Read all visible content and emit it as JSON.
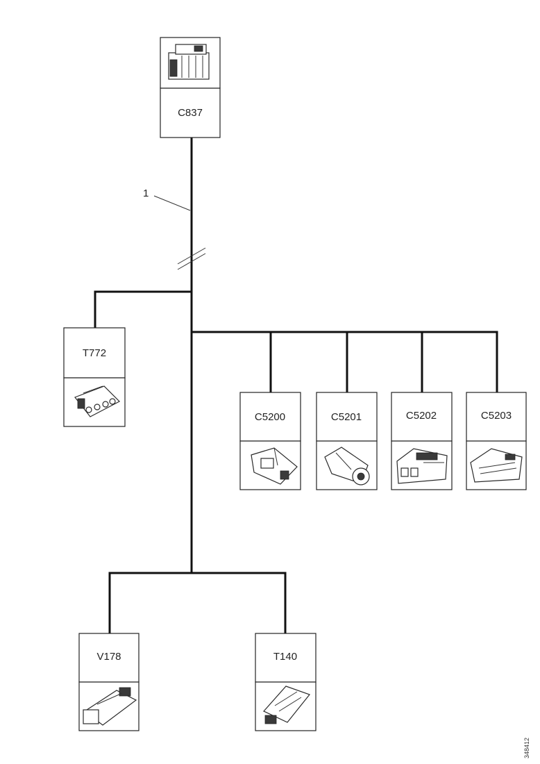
{
  "connectors": {
    "c837": "C837",
    "t772": "T772",
    "c5200": "C5200",
    "c5201": "C5201",
    "c5202": "C5202",
    "c5203": "C5203",
    "v178": "V178",
    "t140": "T140"
  },
  "callout": "1",
  "figure_id": "348412"
}
